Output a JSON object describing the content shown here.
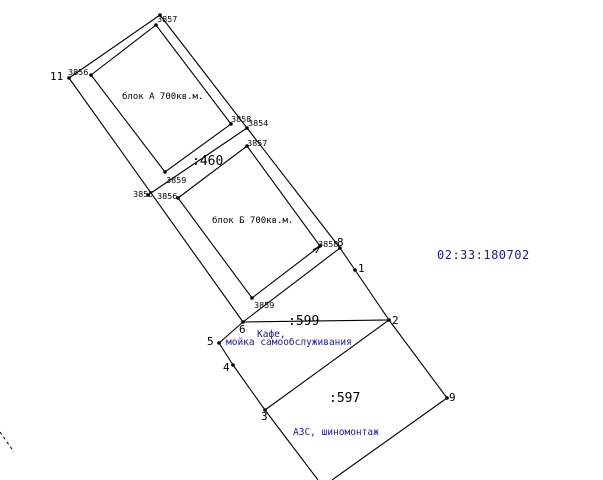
{
  "cadastral_number": "02:33:180702",
  "parcels": [
    ":460",
    ":599",
    ":597"
  ],
  "blocks": {
    "a": "блок А 700кв.м.",
    "b": "блок Б 700кв.м."
  },
  "uses": {
    "cafe_line1": "Кафе,",
    "cafe_line2": "мойка самообслуживания",
    "gas_station": "АЗС, шиномонтаж"
  },
  "point_labels": {
    "p3857_top": "3857",
    "p3856_left": "3856",
    "p11": "11",
    "p3858_a": "3858",
    "p3854": "3854",
    "p3857_mid": "3857",
    "p3859_a": "3859",
    "p3855": "3855",
    "p3856_mid": "3856",
    "p3858_b": "3858",
    "p8": "8",
    "p1": "1",
    "p3859_b": "3859",
    "p6": "6",
    "p5": "5",
    "p2": "2",
    "p4": "4",
    "p3": "3",
    "p9": "9"
  },
  "colors": {
    "lines": "#000000",
    "annotation": "#1a1aa8"
  }
}
